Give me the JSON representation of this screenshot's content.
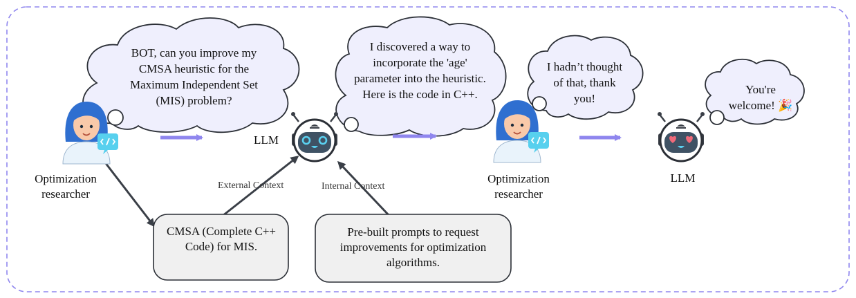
{
  "colors": {
    "frame_border": "#8f86ee",
    "cloud_fill": "#efeffd",
    "flow_arrow": "#8f86ee",
    "context_arrow": "#3a3f47",
    "box_fill": "#f0f0f0",
    "robot_face": "#3f5264",
    "robot_eye": "#5ad0f0",
    "robot_heart": "#f06a7a"
  },
  "bubbles": {
    "user_question": "BOT, can you improve my CMSA heuristic for the Maximum Independent Set (MIS) problem?",
    "llm_reply": "I discovered a way to incorporate the 'age' parameter into the heuristic. Here is the code in C++.",
    "user_thanks": "I hadn’t thought of that, thank you!",
    "llm_welcome": "You're welcome!",
    "welcome_emoji": "🎉"
  },
  "actors": {
    "researcher_1": "Optimization researcher",
    "llm_1": "LLM",
    "researcher_2": "Optimization researcher",
    "llm_2": "LLM"
  },
  "context": {
    "external_label": "External Context",
    "internal_label": "Internal Context",
    "cmsa_box": "CMSA (Complete C++ Code) for MIS.",
    "prompts_box": "Pre-built prompts to request improvements for optimization algorithms."
  },
  "icons": [
    "researcher-icon",
    "code-icon",
    "robot-icon",
    "robot-heart-eyes-icon",
    "party-popper-icon"
  ]
}
